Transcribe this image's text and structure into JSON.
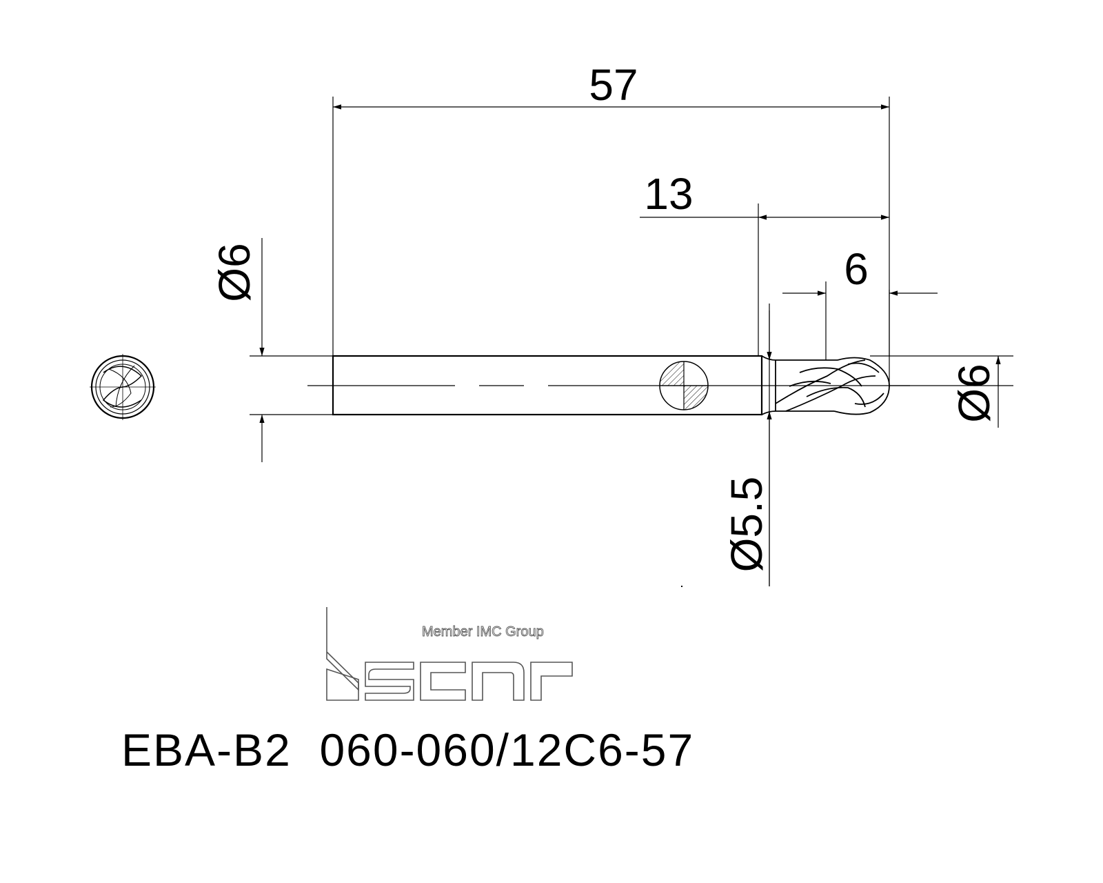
{
  "dimensions": {
    "overall_length": "57",
    "shank_to_tip": "13",
    "flute_length": "6",
    "shank_diameter": "Ø6",
    "cutting_diameter": "Ø6",
    "neck_diameter": "Ø5.5"
  },
  "logo": {
    "tagline": "Member IMC Group",
    "brand": "iscar"
  },
  "designation": "EBA-B2  060-060/12C6-57",
  "colors": {
    "line": "#000000",
    "logo_outline": "#555555",
    "background": "#ffffff"
  }
}
